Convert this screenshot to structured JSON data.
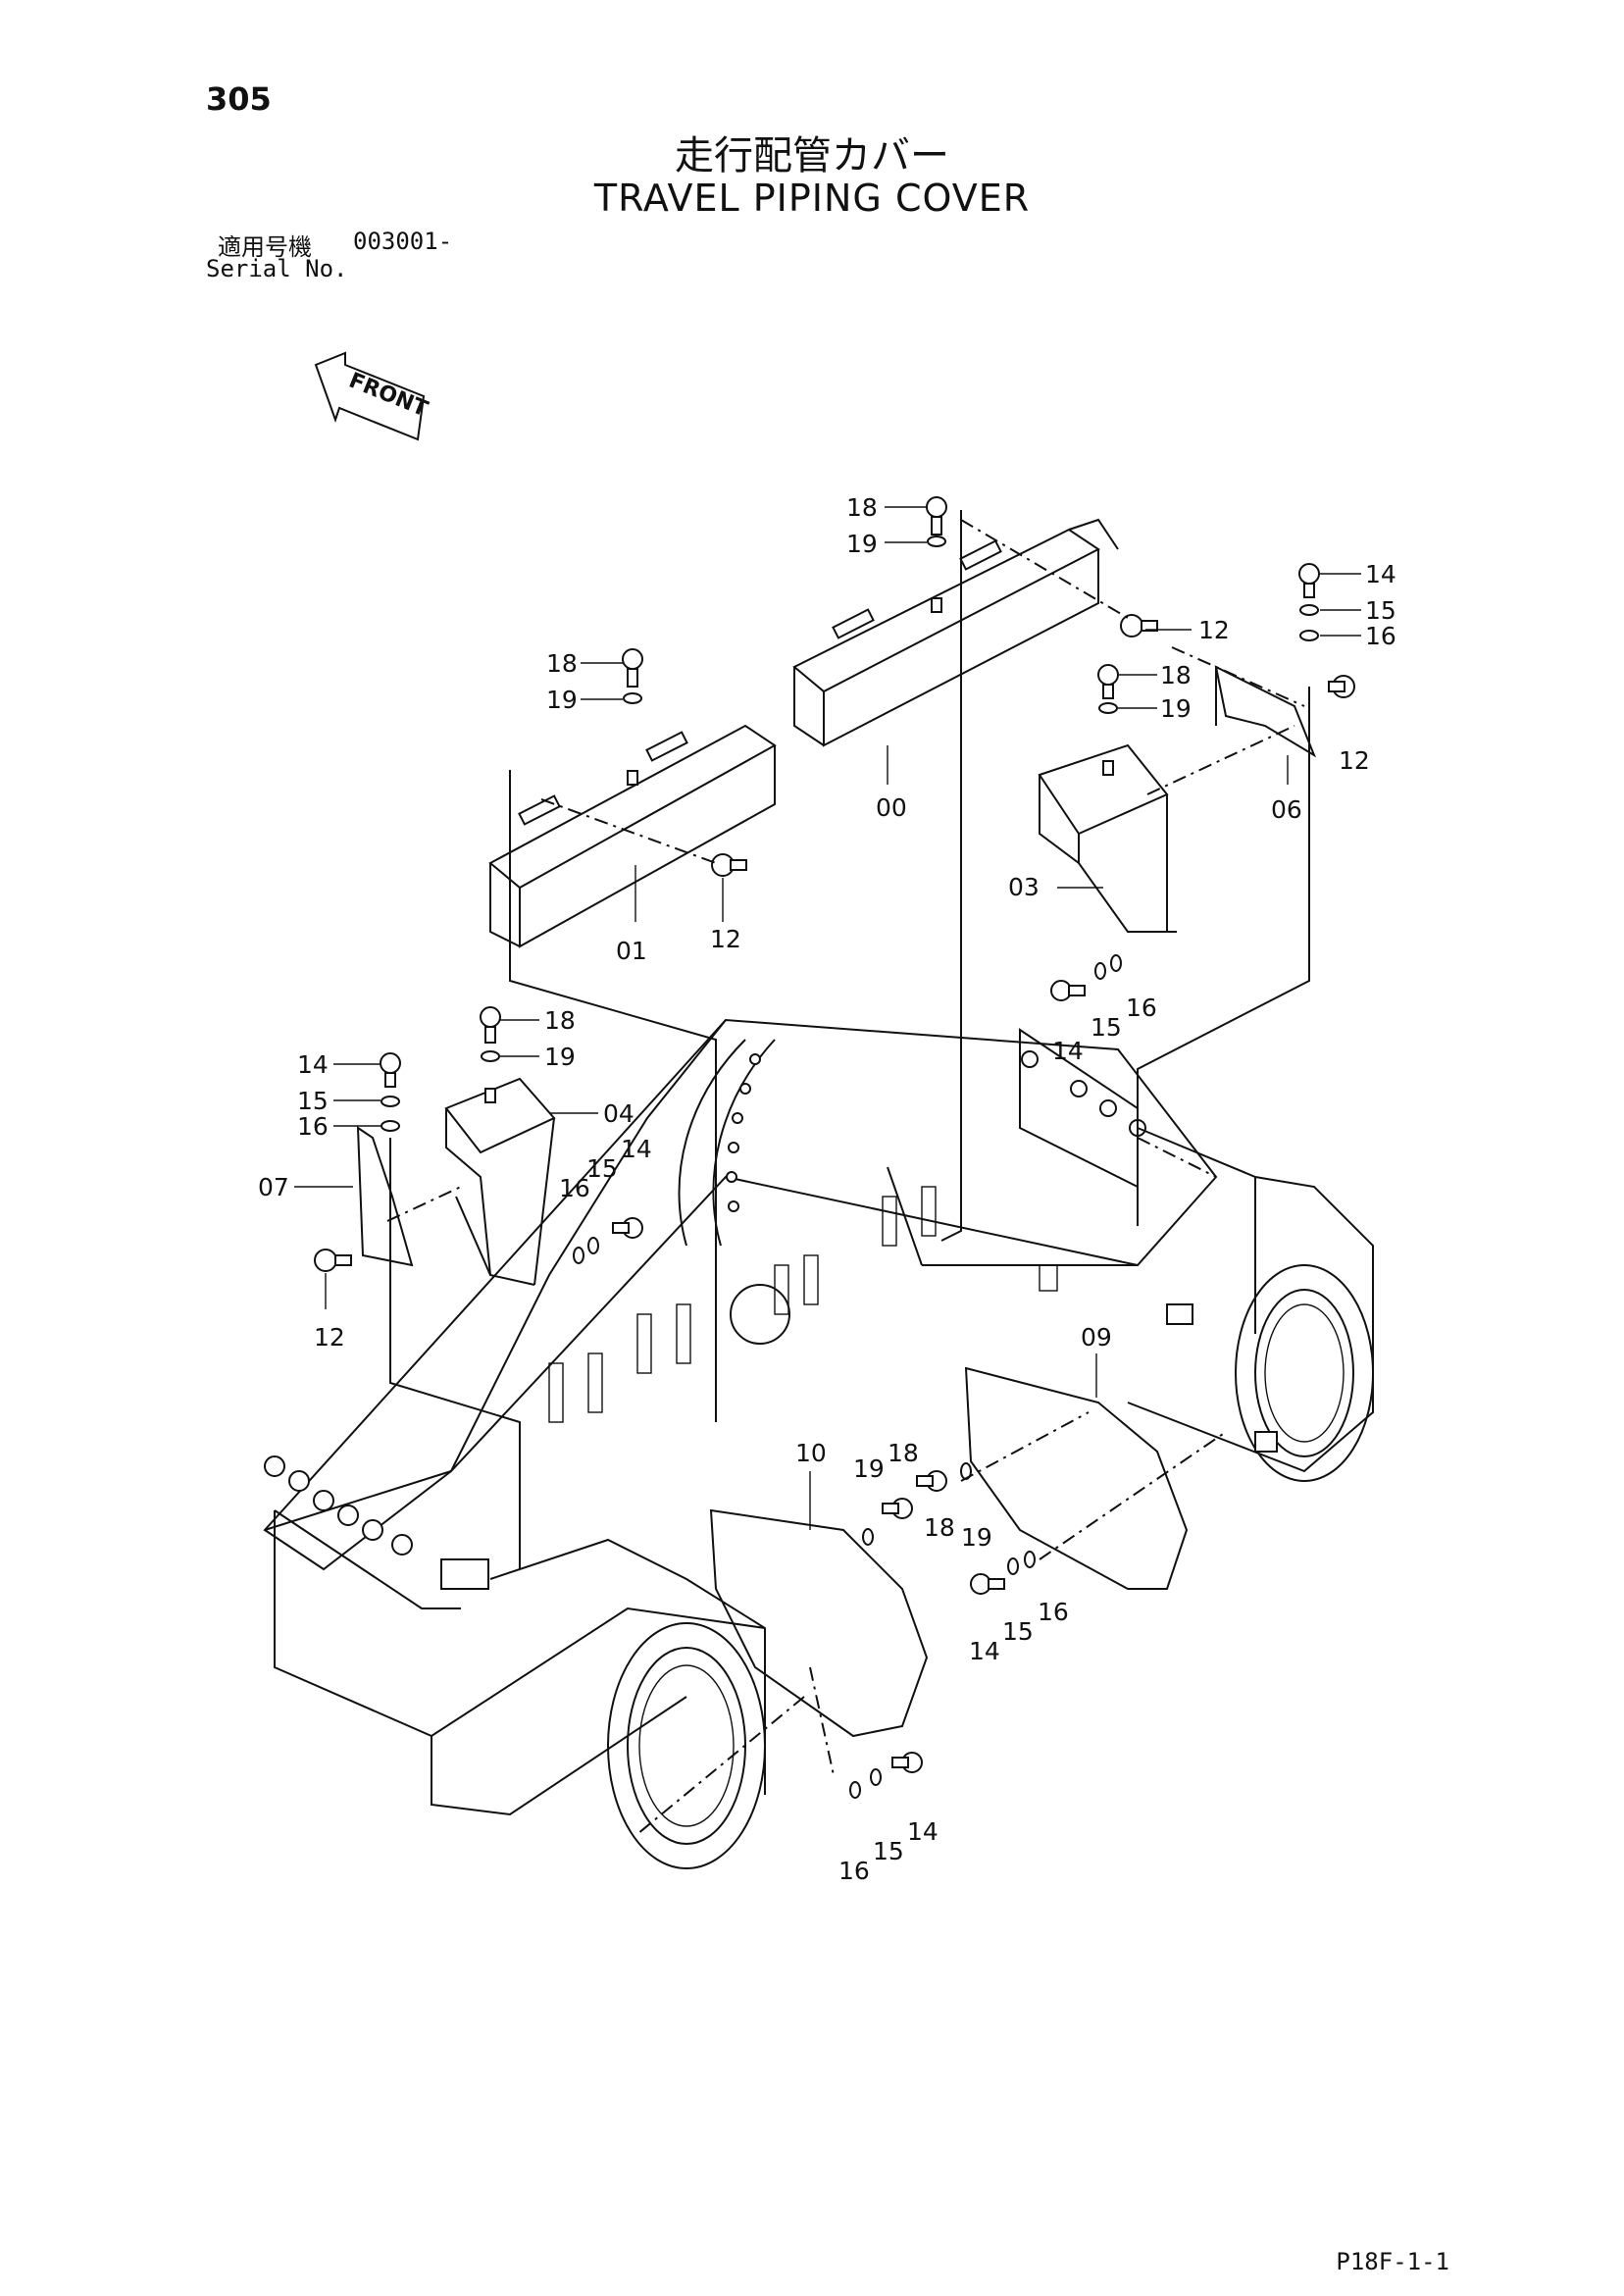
{
  "page": {
    "number": "305",
    "title_jp": "走行配管カバー",
    "title_en": "TRAVEL PIPING COVER",
    "serial_label_jp": "適用号機",
    "serial_value": "003001-",
    "serial_label_en": "Serial No.",
    "front_label": "FRONT",
    "footer_code": "P18F-1-1"
  },
  "callouts": [
    "18",
    "19",
    "12",
    "00",
    "14",
    "15",
    "16",
    "12",
    "06",
    "18",
    "19",
    "01",
    "12",
    "18",
    "19",
    "03",
    "14",
    "15",
    "16",
    "18",
    "19",
    "04",
    "14",
    "15",
    "16",
    "07",
    "12",
    "16",
    "15",
    "14",
    "09",
    "10",
    "19",
    "18",
    "18",
    "19",
    "14",
    "15",
    "16",
    "16",
    "15",
    "14"
  ]
}
